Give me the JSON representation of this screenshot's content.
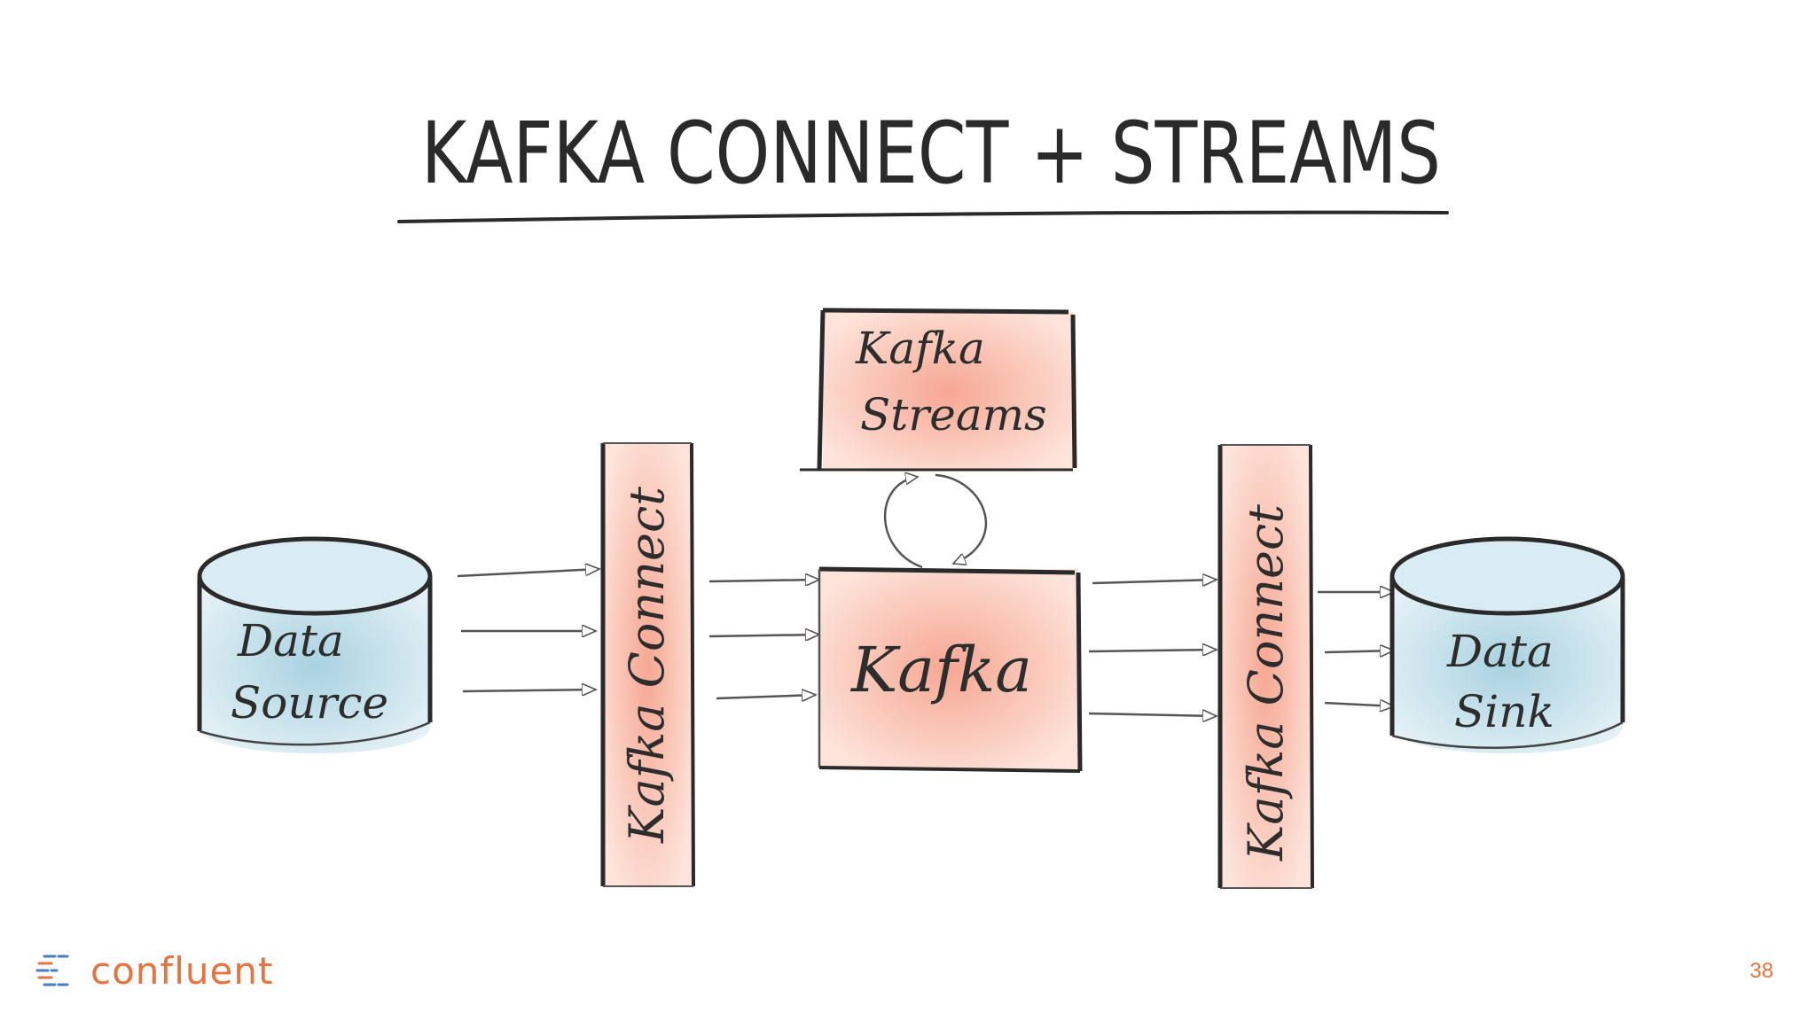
{
  "title": "KAFKA CONNECT + STREAMS",
  "nodes": {
    "data_source": [
      "Data",
      "Source"
    ],
    "connect_left": "Kafka Connect",
    "kafka_streams": [
      "Kafka",
      "Streams"
    ],
    "kafka": "Kafka",
    "connect_right": "Kafka Connect",
    "data_sink": [
      "Data",
      "Sink"
    ]
  },
  "footer": {
    "logo_text": "confluent",
    "page_number": "38"
  },
  "colors": {
    "accent": "#e8733f",
    "kafka_fill": "#f8c4b4",
    "store_fill": "#cfe6ee",
    "ink": "#2a2a2a"
  }
}
